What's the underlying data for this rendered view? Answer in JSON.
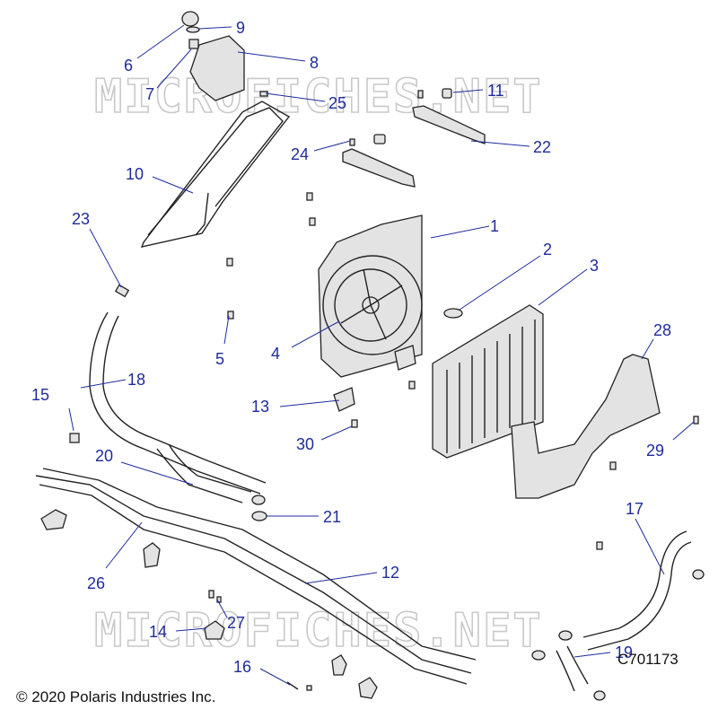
{
  "watermark": "MICROFICHES.NET",
  "copyright": "© 2020 Polaris Industries Inc.",
  "diagram_code": "C701173",
  "callouts": {
    "c1": "1",
    "c2": "2",
    "c3": "3",
    "c4": "4",
    "c5": "5",
    "c6": "6",
    "c7": "7",
    "c8": "8",
    "c9": "9",
    "c10": "10",
    "c11": "11",
    "c12": "12",
    "c13": "13",
    "c14": "14",
    "c15": "15",
    "c16": "16",
    "c17": "17",
    "c18": "18",
    "c19": "19",
    "c20": "20",
    "c21": "21",
    "c22": "22",
    "c23": "23",
    "c24": "24",
    "c25": "25",
    "c26": "26",
    "c27": "27",
    "c28": "28",
    "c29": "29",
    "c30": "30"
  },
  "colors": {
    "callout": "#1f2b9b",
    "line_art": "#222222",
    "watermark": "#c9c9c9"
  }
}
